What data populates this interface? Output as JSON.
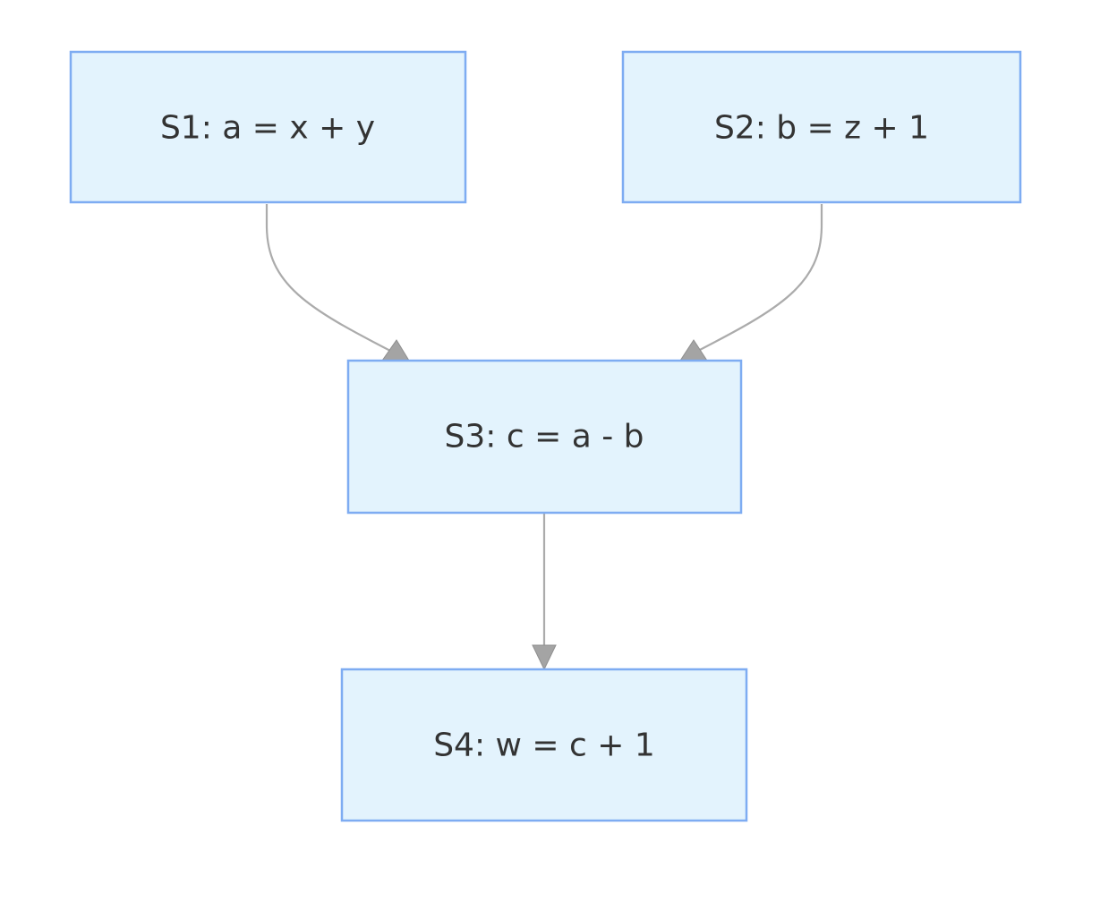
{
  "nodes": [
    {
      "id": "S1",
      "label": "S1: a = x + y"
    },
    {
      "id": "S2",
      "label": "S2: b = z + 1"
    },
    {
      "id": "S3",
      "label": "S3: c = a - b"
    },
    {
      "id": "S4",
      "label": "S4: w = c + 1"
    }
  ],
  "edges": [
    {
      "from": "S1",
      "to": "S3"
    },
    {
      "from": "S2",
      "to": "S3"
    },
    {
      "from": "S3",
      "to": "S4"
    }
  ],
  "colors": {
    "node_fill": "#e3f3fd",
    "node_border": "#7eacf2",
    "edge": "#ababab",
    "text": "#333333"
  }
}
